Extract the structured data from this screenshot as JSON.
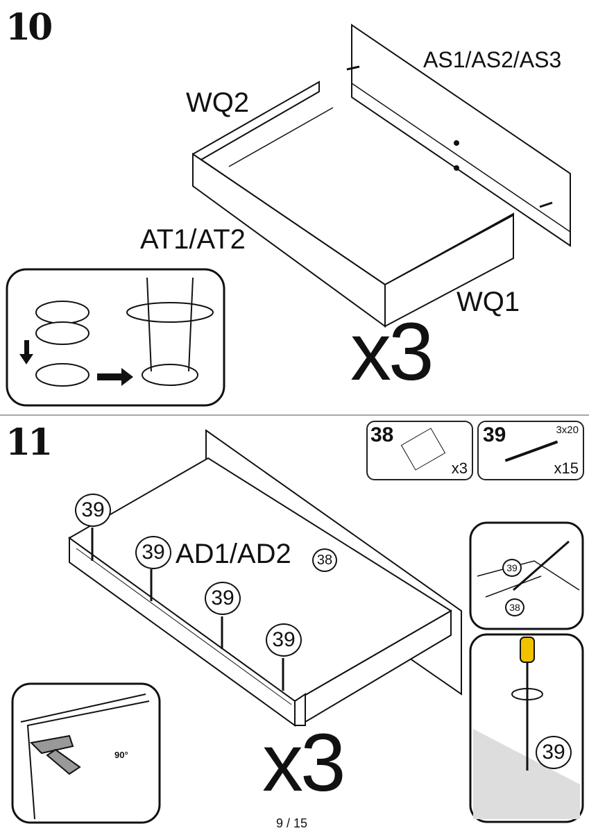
{
  "steps": [
    {
      "number": "10",
      "labels": {
        "top_right": "AS1/AS2/AS3",
        "left_top": "WQ2",
        "left_bottom": "AT1/AT2",
        "right_bottom": "WQ1"
      },
      "multiplier": "x3"
    },
    {
      "number": "11",
      "label": "AD1/AD2",
      "multiplier": "x3",
      "parts": [
        {
          "id": "38",
          "qty": "x3",
          "size": ""
        },
        {
          "id": "39",
          "qty": "x15",
          "size": "3x20"
        }
      ],
      "callouts": [
        "39",
        "39",
        "39",
        "39",
        "38"
      ],
      "detail_callouts": {
        "screw": "39",
        "bracket": "38",
        "screw_driver": "39"
      },
      "angle": "90°"
    }
  ],
  "page_number": "9 / 15"
}
